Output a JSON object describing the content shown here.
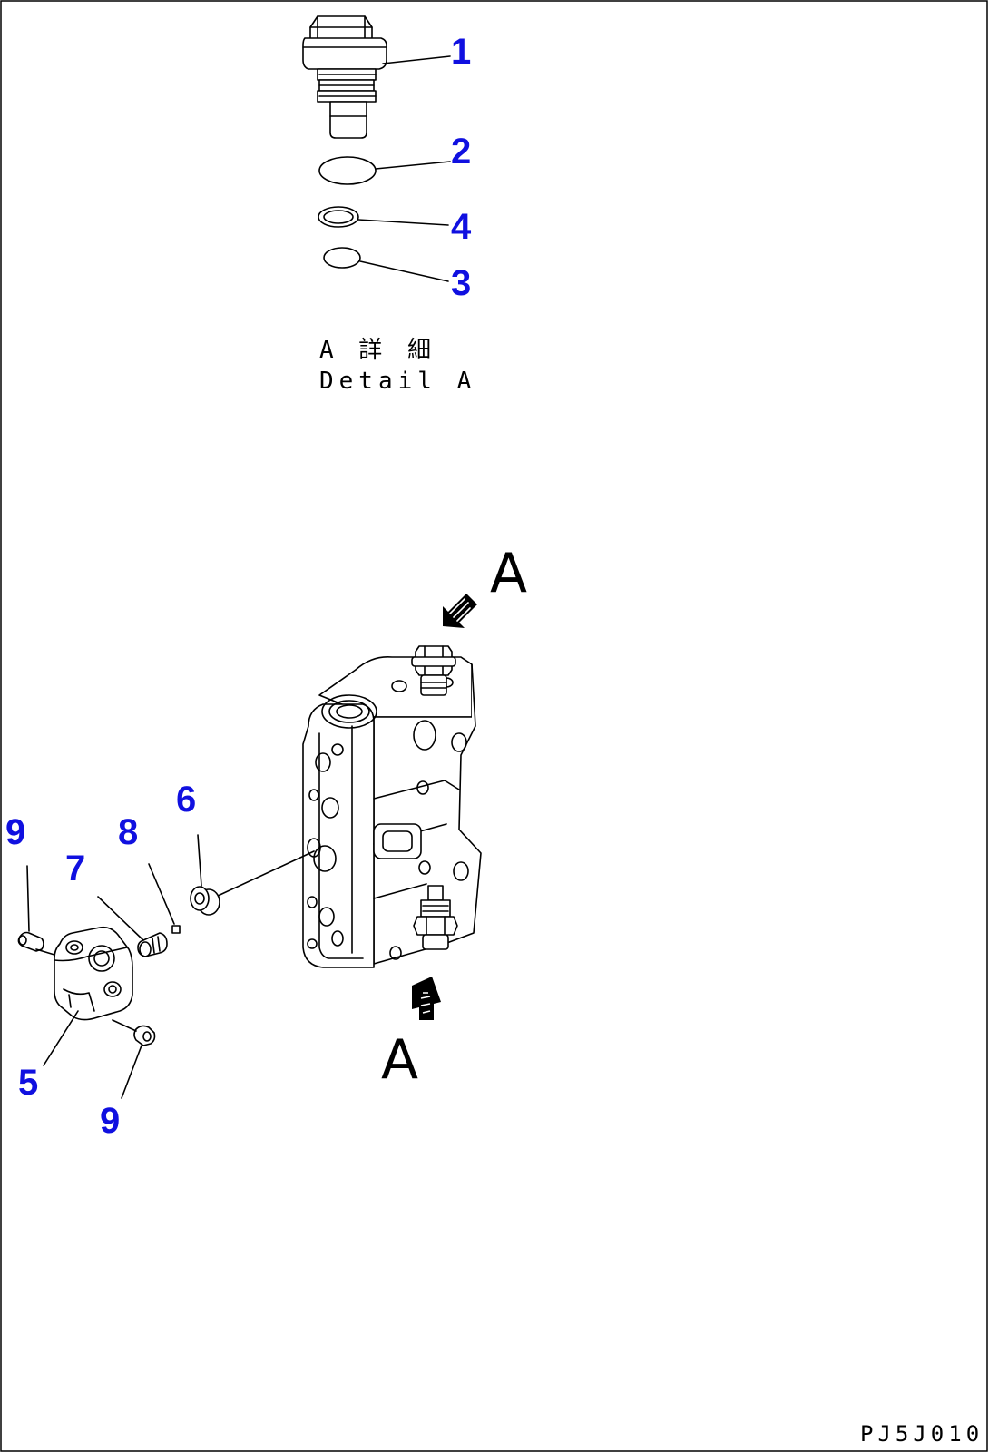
{
  "detail": {
    "caption_jp": "A 詳 細",
    "caption_en": "Detail A"
  },
  "view_letters": [
    "A",
    "A"
  ],
  "callouts": [
    "1",
    "2",
    "4",
    "3",
    "6",
    "9",
    "8",
    "7",
    "5",
    "9"
  ],
  "drawing_code": "PJ5J010",
  "colors": {
    "callout": "#1010e0",
    "line": "#000000",
    "background": "#ffffff"
  }
}
